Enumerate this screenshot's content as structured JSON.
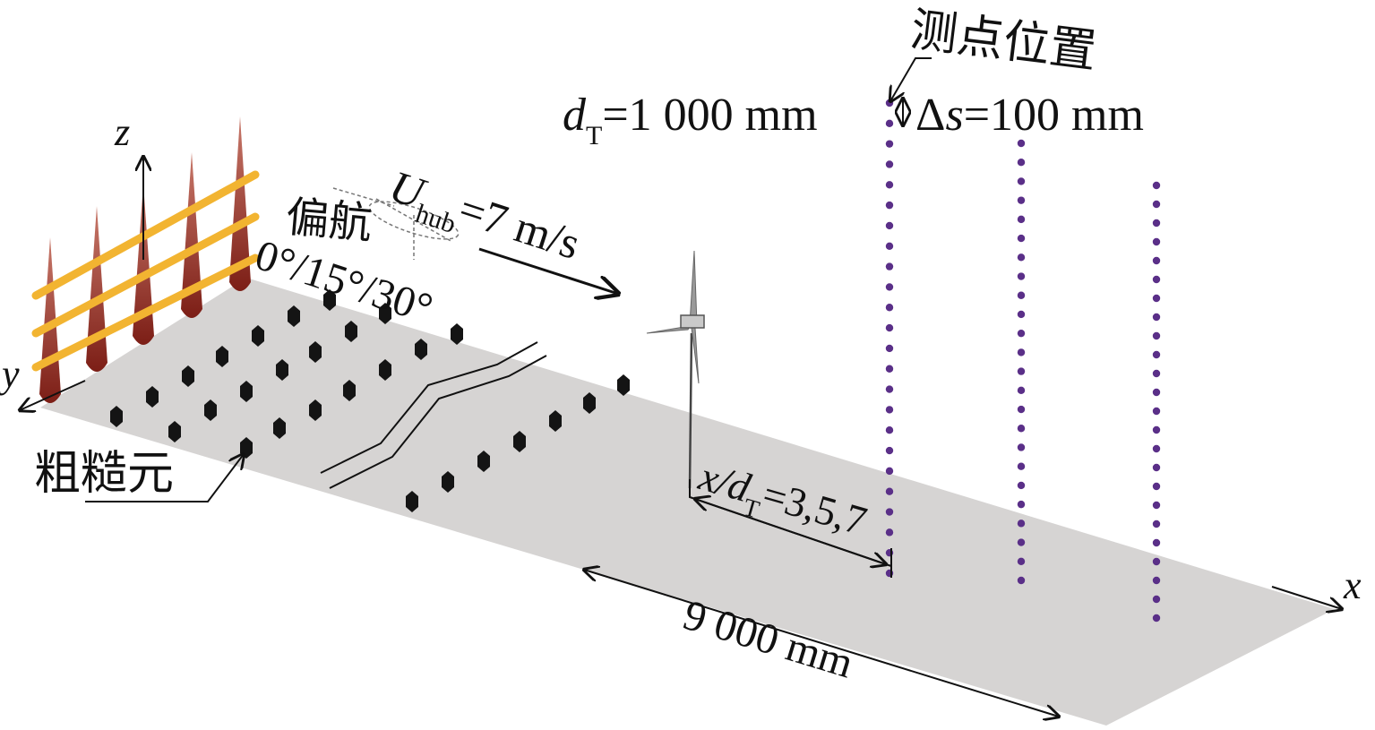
{
  "labels": {
    "measure_point_location": "测点位置",
    "rotor_diameter_var": "d",
    "rotor_diameter_sub": "T",
    "rotor_diameter_value": "=1 000 mm",
    "spacing_prefix": "Δ",
    "spacing_var": "s",
    "spacing_value": "=100 mm",
    "axis_z": "z",
    "axis_y": "y",
    "axis_x": "x",
    "yaw": "偏航",
    "yaw_angles": "0°/15°/30°",
    "hub_speed_var": "U",
    "hub_speed_sub": "hub",
    "hub_speed_value": "=7 m/s",
    "roughness_elements": "粗糙元",
    "downstream_var": "x/d",
    "downstream_sub": "T",
    "downstream_value": "=3,5,7",
    "length": "9 000 mm"
  },
  "colors": {
    "floor": "#d6d4d3",
    "spire_top": "#c8786a",
    "spire_base": "#7c1e16",
    "grid_bar": "#f2b431",
    "roughness": "#141414",
    "probe": "#5a2f88"
  },
  "components": {
    "spire_count": 5,
    "probe_line_count": 3,
    "probe_points_per_line": 24,
    "icons": [
      "spire-icon",
      "turbine-icon",
      "roughness-element-icon",
      "probe-point-icon",
      "break-line-icon"
    ]
  }
}
